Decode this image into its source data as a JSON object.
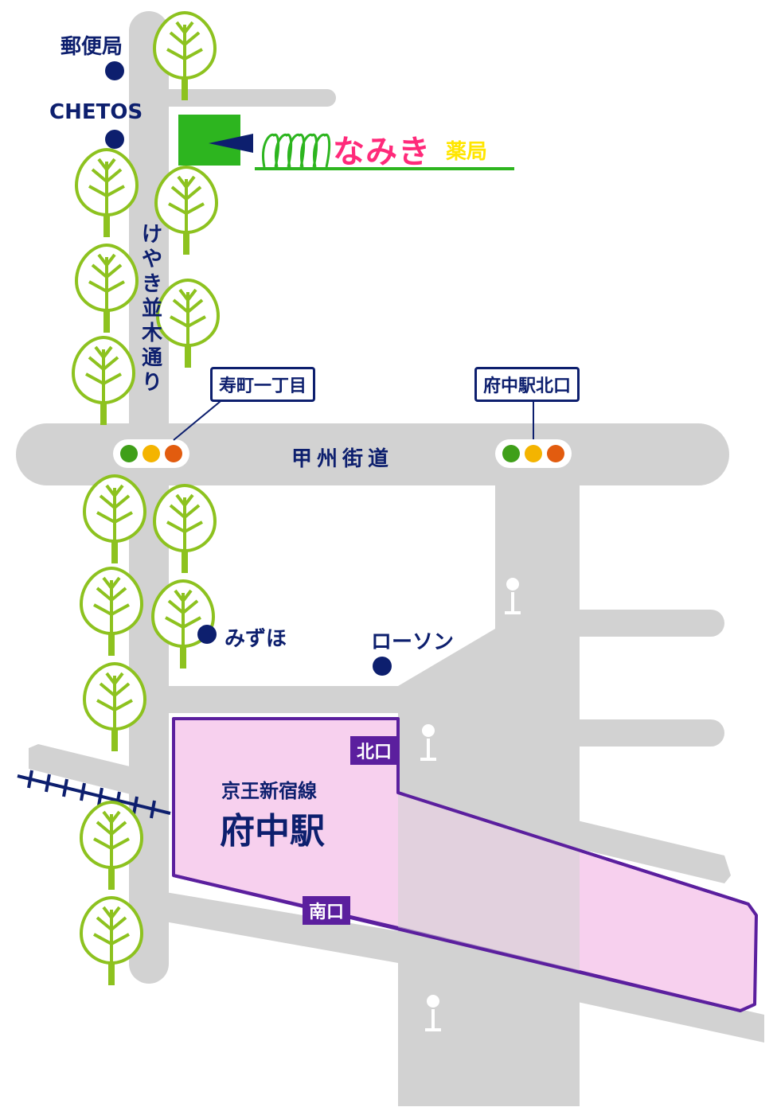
{
  "colors": {
    "road": "#d2d2d2",
    "label": "#0d1f6e",
    "tree": "#8dc21f",
    "station_fill": "#f7d0ee",
    "station_border": "#5b1f9e",
    "store_marker": "#2db51f",
    "signal_green": "#3f9f19",
    "signal_yellow": "#f4b400",
    "signal_orange": "#e25c0f",
    "brand_bg": "#0d1f6e",
    "brand_text": "#ff2a7a",
    "brand_accent": "#ffe600"
  },
  "icons": {
    "tree": "tree-icon",
    "bus_stop": "bus-stop-icon",
    "traffic_light": "traffic-light-icon",
    "place": "place-dot-icon",
    "railway": "railway-track-icon"
  },
  "places": {
    "post_office": "郵便局",
    "chetos": "CHETOS",
    "mizuho": "みずほ",
    "lawson": "ローソン"
  },
  "roads": {
    "keyaki": "けやき並木通り",
    "koshu": "甲州街道"
  },
  "intersections": {
    "kotobukicho": "寿町一丁目",
    "fuchu_north": "府中駅北口"
  },
  "station": {
    "line": "京王新宿線",
    "name": "府中駅",
    "north_exit": "北口",
    "south_exit": "南口"
  },
  "store": {
    "name": "なみき",
    "suffix": "薬局"
  }
}
